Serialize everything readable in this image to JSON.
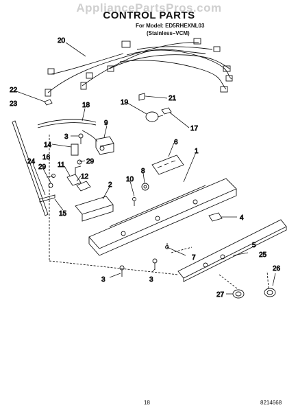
{
  "watermark": "AppliancePartsPros.com",
  "title": "CONTROL PARTS",
  "model_line": "For Model: ED5RHEXNL03",
  "variant": "(Stainless–VCM)",
  "page_number": "18",
  "doc_code": "8214668",
  "callouts": {
    "c1": "1",
    "c2": "2",
    "c3a": "3",
    "c3b": "3",
    "c3c": "3",
    "c4": "4",
    "c5": "5",
    "c6": "6",
    "c7": "7",
    "c8": "8",
    "c9": "9",
    "c10": "10",
    "c11": "11",
    "c12": "12",
    "c14": "14",
    "c15": "15",
    "c16": "16",
    "c17": "17",
    "c18": "18",
    "c19": "19",
    "c20": "20",
    "c21": "21",
    "c22": "22",
    "c23": "23",
    "c24": "24",
    "c25": "25",
    "c26": "26",
    "c27": "27",
    "c29a": "29",
    "c29b": "29"
  }
}
